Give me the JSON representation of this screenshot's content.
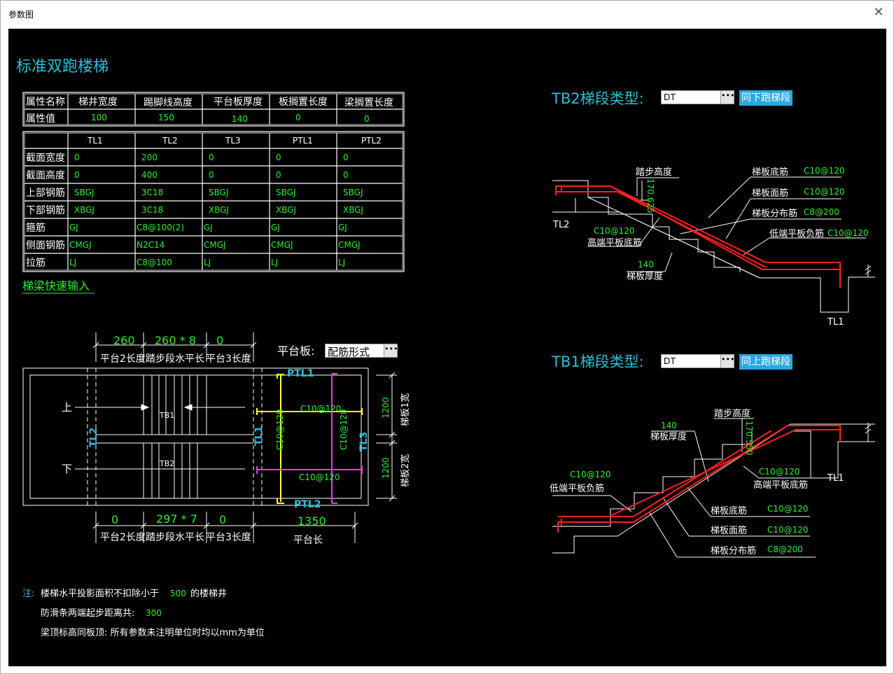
{
  "window": {
    "title": "参数图",
    "close_glyph": "✕"
  },
  "heading": "标准双跑楼梯",
  "colors": {
    "cyan": "#27c0d8",
    "green": "#27f027",
    "white": "#ffffff",
    "yellow": "#ffff30",
    "magenta": "#e040e0",
    "red": "#ff2020",
    "button": "#2aa8e0"
  },
  "props_table": {
    "headers": [
      "属性名称",
      "梯井宽度",
      "踢脚线高度",
      "平台板厚度",
      "板搁置长度",
      "梁搁置长度"
    ],
    "row_label": "属性值",
    "values": [
      "100",
      "150",
      "140",
      "0",
      "0"
    ]
  },
  "beam_table": {
    "columns": [
      "",
      "TL1",
      "TL2",
      "TL3",
      "PTL1",
      "PTL2"
    ],
    "rows": [
      {
        "label": "截面宽度",
        "values": [
          "0",
          "200",
          "0",
          "0",
          "0"
        ]
      },
      {
        "label": "截面高度",
        "values": [
          "0",
          "400",
          "0",
          "0",
          "0"
        ]
      },
      {
        "label": "上部钢筋",
        "values": [
          "SBGJ",
          "3C18",
          "SBGJ",
          "SBGJ",
          "SBGJ"
        ]
      },
      {
        "label": "下部钢筋",
        "values": [
          "XBGJ",
          "3C18",
          "XBGJ",
          "XBGJ",
          "XBGJ"
        ]
      },
      {
        "label": "箍筋",
        "values": [
          "GJ",
          "C8@100(2)",
          "GJ",
          "GJ",
          "GJ"
        ]
      },
      {
        "label": "侧面钢筋",
        "values": [
          "CMGJ",
          "N2C14",
          "CMGJ",
          "CMGJ",
          "CMGJ"
        ]
      },
      {
        "label": "拉筋",
        "values": [
          "LJ",
          "C8@100",
          "LJ",
          "LJ",
          "LJ"
        ]
      }
    ]
  },
  "quick_input_link": "梯梁快速输入",
  "plan": {
    "top_dims": [
      "260",
      "260 * 8",
      "0"
    ],
    "top_labels": [
      "平台2长度",
      "踏步段水平长",
      "平台3长度"
    ],
    "bottom_dims": [
      "0",
      "297 * 7",
      "0",
      "1350"
    ],
    "bottom_labels": [
      "平台2长度",
      "踏步段水平长",
      "平台3长度",
      "平台长"
    ],
    "platform_label": "平台板:",
    "platform_value": "配筋形式",
    "up": "上",
    "down": "下",
    "tb1": "TB1",
    "tb2": "TB2",
    "tl2": "TL2",
    "tl1": "TL1",
    "tl3": "TL3",
    "ptl1": "PTL1",
    "ptl2": "PTL2",
    "rebar_top": "C10@120",
    "rebar_bottom": "C10@120",
    "rebar_v1": "C10@120",
    "rebar_v2": "C10@120",
    "width_dims": [
      "1200",
      "1200"
    ],
    "width_labels": [
      "梯板1宽",
      "梯板2宽"
    ]
  },
  "notes": {
    "prefix": "注:",
    "line1_a": "楼梯水平投影面积不扣除小于",
    "line1_b": "500",
    "line1_c": "的楼梯井",
    "line2_a": "防滑条两端起步距离共:",
    "line2_b": "300",
    "line3": "梁顶标高同板顶: 所有参数未注明单位时均以mm为单位"
  },
  "tb2": {
    "label": "TB2梯段类型:",
    "type_value": "DT",
    "button": "同下跑梯段",
    "step_height": "踏步高度",
    "step_height_val": "170.625",
    "bottom_rebar": "梯板底筋",
    "bottom_rebar_val": "C10@120",
    "top_rebar": "梯板面筋",
    "top_rebar_val": "C10@120",
    "dist_rebar": "梯板分布筋",
    "dist_rebar_val": "C8@200",
    "low_neg": "低端平板负筋",
    "low_neg_val": "C10@120",
    "high_bottom_val": "C10@120",
    "high_bottom": "高端平板底筋",
    "thick_val": "140",
    "thick": "梯板厚度",
    "tl2": "TL2",
    "tl1": "TL1"
  },
  "tb1": {
    "label": "TB1梯段类型:",
    "type_value": "DT",
    "button": "同上跑梯段",
    "step_height": "踏步高度",
    "step_height_val": "170.550",
    "thick_val": "140",
    "thick": "梯板厚度",
    "low_neg_val": "C10@120",
    "low_neg": "低端平板负筋",
    "high_bottom_val": "C10@120",
    "high_bottom": "高端平板底筋",
    "bottom_rebar": "梯板底筋",
    "bottom_rebar_val": "C10@120",
    "top_rebar": "梯板面筋",
    "top_rebar_val": "C10@120",
    "dist_rebar": "梯板分布筋",
    "dist_rebar_val": "C8@200",
    "tl1": "TL1"
  }
}
